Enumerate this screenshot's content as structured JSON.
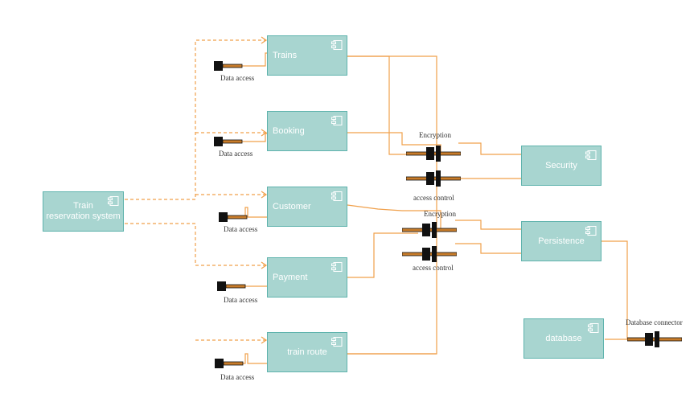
{
  "diagram": {
    "root": {
      "label": "Train\nreservation system"
    },
    "components": [
      {
        "id": "trains",
        "label": "Trains"
      },
      {
        "id": "booking",
        "label": "Booking"
      },
      {
        "id": "customer",
        "label": "Customer"
      },
      {
        "id": "payment",
        "label": "Payment"
      },
      {
        "id": "train-route",
        "label": "train route"
      },
      {
        "id": "security",
        "label": "Security"
      },
      {
        "id": "persistence",
        "label": "Persistence"
      },
      {
        "id": "database",
        "label": "database"
      }
    ],
    "interface_labels": {
      "data_access": "Data access",
      "encryption": "Encryption",
      "access_control": "access control",
      "database_connector": "Database connector"
    },
    "colors": {
      "component_fill": "#a8d5d0",
      "component_border": "#5fb3ad",
      "connector": "#f0a04b",
      "connector_dashed": "#f0a04b",
      "plug": "#111111"
    },
    "icons": {
      "component": "component-icon",
      "plug": "plug-icon"
    }
  }
}
